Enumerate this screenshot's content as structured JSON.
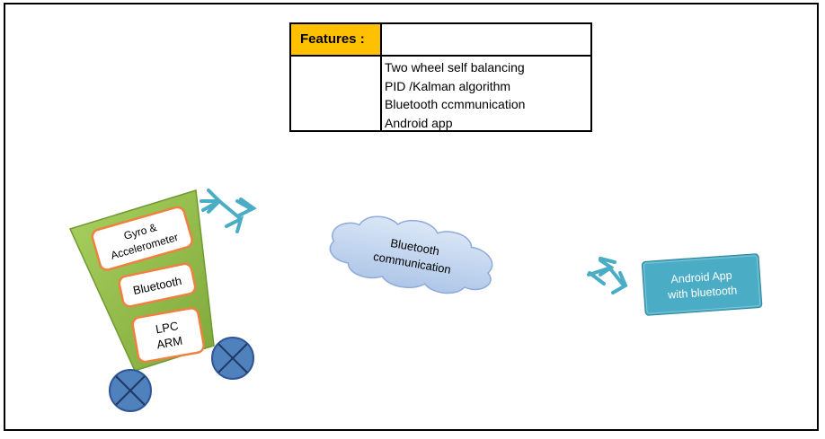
{
  "features": {
    "header": "Features :",
    "items": [
      "Two wheel self balancing",
      "PID /Kalman algorithm",
      "Bluetooth ccmmunication",
      "Android app"
    ]
  },
  "robot": {
    "module1": [
      "Gyro &",
      "Accelerometer"
    ],
    "module2": "Bluetooth",
    "module3": [
      "LPC",
      "ARM"
    ]
  },
  "cloud": {
    "lines": [
      "Bluetooth",
      "communication"
    ]
  },
  "app": {
    "lines": [
      "Android App",
      "with bluetooth"
    ]
  },
  "colors": {
    "body_green": "#92c04f",
    "module_border": "#f08040",
    "wheel_blue": "#4f81bd",
    "arrow_teal": "#4bacc6",
    "cloud_fill": "#c5d9f1",
    "app_fill": "#4bacc6",
    "header_gold": "#ffc000"
  },
  "icons": [
    "four-way-arrow-icon",
    "wheel-icon",
    "cloud-icon"
  ]
}
